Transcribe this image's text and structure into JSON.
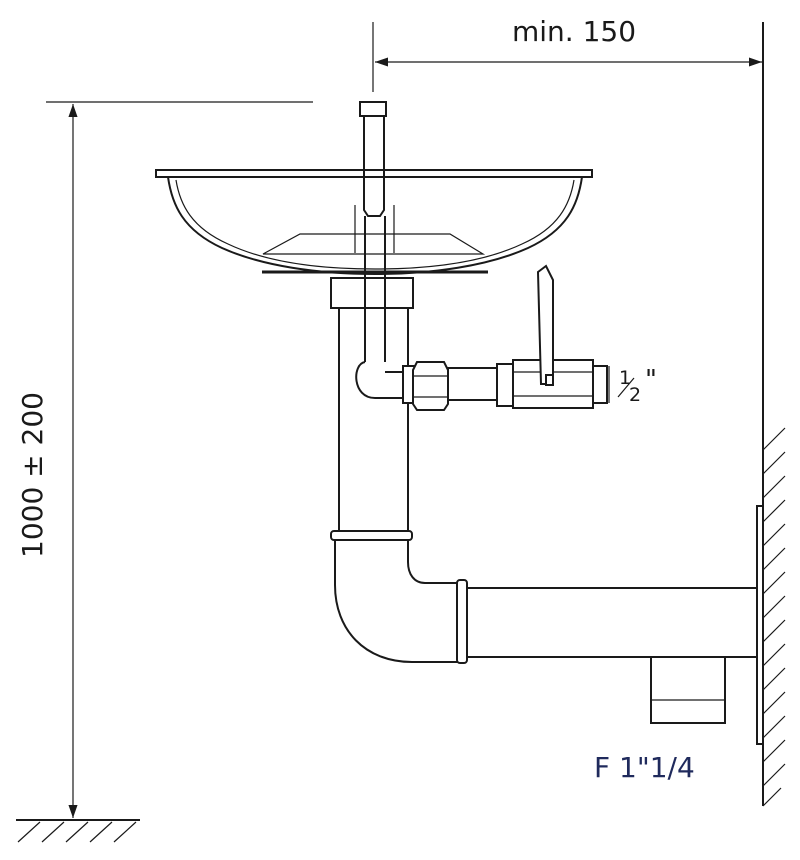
{
  "dimensions": {
    "width_label": "min. 150",
    "height_label": "1000 ± 200",
    "inlet_label_num": "1",
    "inlet_label_den": "2",
    "inlet_label_suffix": "\""
  },
  "outlet_label": "F 1\"1/4",
  "colors": {
    "line": "#1a1a1a",
    "outlet_label": "#1f2a5c",
    "background": "#ffffff"
  }
}
